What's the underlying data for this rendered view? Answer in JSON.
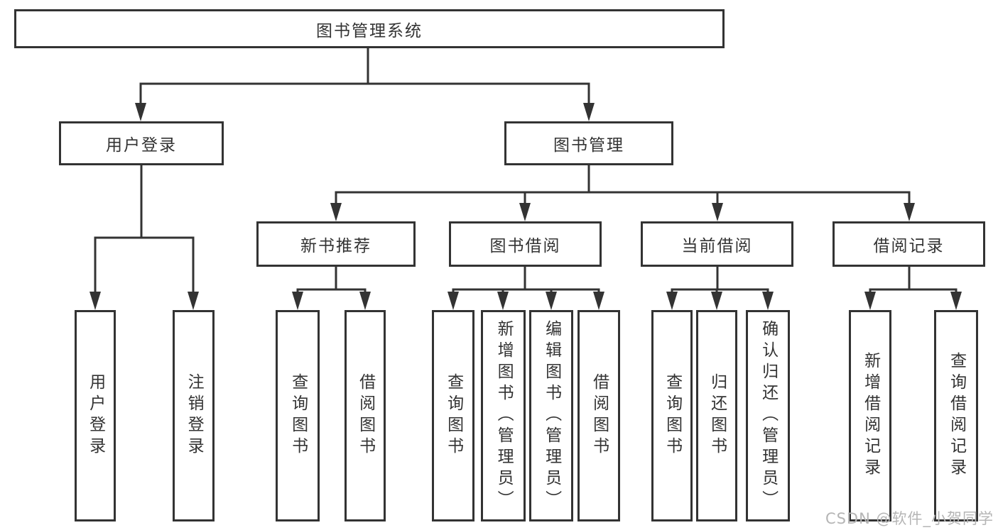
{
  "colors": {
    "line": "#333333",
    "box_border": "#333333",
    "background": "#ffffff",
    "watermark": "#b5b5b5"
  },
  "watermark": {
    "text": "CSDN @软件_小贺同学"
  },
  "tree": {
    "root": {
      "label": "图书管理系统"
    },
    "level2": [
      {
        "label": "用户登录",
        "children": [
          {
            "label": "用户登录"
          },
          {
            "label": "注销登录"
          }
        ]
      },
      {
        "label": "图书管理",
        "children": [
          {
            "label": "新书推荐",
            "children": [
              {
                "label": "查询图书"
              },
              {
                "label": "借阅图书"
              }
            ]
          },
          {
            "label": "图书借阅",
            "children": [
              {
                "label": "查询图书"
              },
              {
                "label": "新增图书（管理员）"
              },
              {
                "label": "编辑图书（管理员）"
              },
              {
                "label": "借阅图书"
              }
            ]
          },
          {
            "label": "当前借阅",
            "children": [
              {
                "label": "查询图书"
              },
              {
                "label": "归还图书"
              },
              {
                "label": "确认归还（管理员）"
              }
            ]
          },
          {
            "label": "借阅记录",
            "children": [
              {
                "label": "新增借阅记录"
              },
              {
                "label": "查询借阅记录"
              }
            ]
          }
        ]
      }
    ]
  }
}
